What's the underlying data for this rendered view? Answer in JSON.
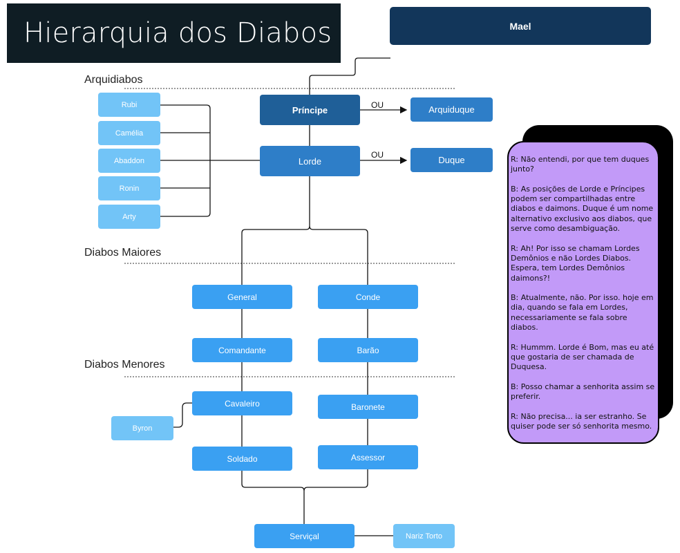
{
  "title": "Hierarquia dos Diabos",
  "sections": {
    "arquidiabos": "Arquidiabos",
    "maiores": "Diabos Maiores",
    "menores": "Diabos Menores"
  },
  "nodes": {
    "mael": "Mael",
    "principe": "Príncipe",
    "lorde": "Lorde",
    "arquiduque": "Arquiduque",
    "duque": "Duque",
    "ou1": "OU",
    "ou2": "OU",
    "rubi": "Rubi",
    "camelia": "Camélia",
    "abaddon": "Abaddon",
    "ronin": "Ronin",
    "arty": "Arty",
    "general": "General",
    "conde": "Conde",
    "comandante": "Comandante",
    "barao": "Barão",
    "cavaleiro": "Cavaleiro",
    "baronete": "Baronete",
    "byron": "Byron",
    "soldado": "Soldado",
    "assessor": "Assessor",
    "servical": "Serviçal",
    "nariz_torto": "Nariz Torto"
  },
  "chat": [
    "R: Não entendi, por que tem duques junto?",
    "B: As posições de Lorde e Príncipes podem ser compartilhadas entre diabos e daimons. Duque é um nome alternativo exclusivo aos diabos, que serve como desambiguação.",
    "R: Ah! Por isso se chamam Lordes Demônios e não Lordes Diabos. Espera, tem Lordes Demônios daimons?!",
    "B: Atualmente, não. Por isso. hoje em dia, quando se fala em Lordes, necessariamente se fala sobre diabos.",
    "R: Hummm. Lorde é Bom, mas eu até que gostaria de ser chamada de Duquesa.",
    "B: Posso chamar a senhorita assim se preferir.",
    "R: Não precisa... ia ser estranho. Se quiser pode ser só senhorita mesmo."
  ],
  "colors": {
    "title_bg": "#0f1d24",
    "navy": "#12365a",
    "steel": "#1f5f98",
    "mid_blue": "#2e7ec8",
    "blue": "#3aa0f2",
    "light_blue": "#72c4f7",
    "chat_bg": "#c29af8"
  }
}
